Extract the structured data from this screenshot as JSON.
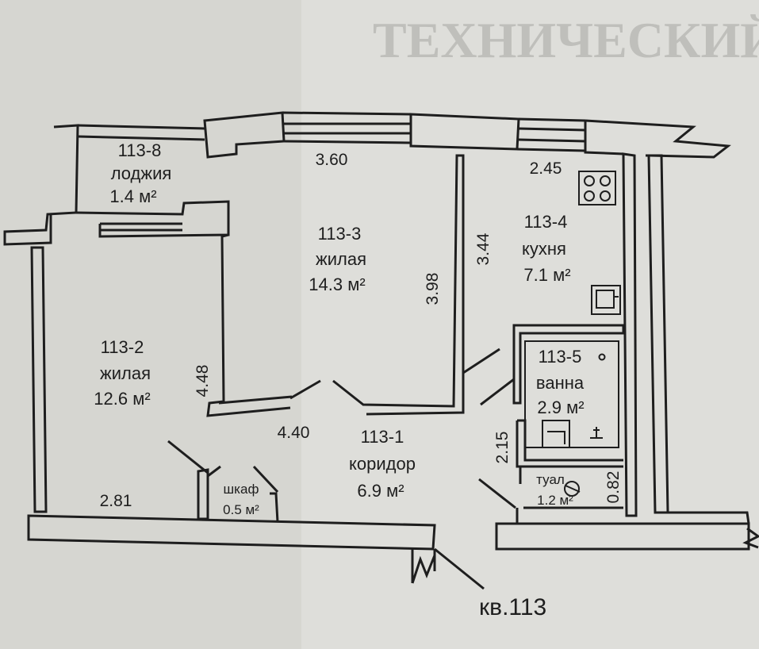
{
  "plan": {
    "apartment_label": "кв.113",
    "rooms": [
      {
        "id": "113-8",
        "name": "лоджия",
        "area": "1.4 м²"
      },
      {
        "id": "113-3",
        "name": "жилая",
        "area": "14.3 м²"
      },
      {
        "id": "113-4",
        "name": "кухня",
        "area": "7.1 м²"
      },
      {
        "id": "113-2",
        "name": "жилая",
        "area": "12.6 м²"
      },
      {
        "id": "113-5",
        "name": "ванна",
        "area": "2.9 м²"
      },
      {
        "id": "113-1",
        "name": "коридор",
        "area": "6.9 м²"
      },
      {
        "id": "шкаф",
        "area": "0.5 м²"
      },
      {
        "id": "туал",
        "area": "1.2 м²"
      }
    ],
    "dimensions": [
      "3.60",
      "2.45",
      "3.44",
      "3.98",
      "4.48",
      "4.40",
      "2.81",
      "2.15",
      "0.82"
    ],
    "ghost_text": "ТЕХНИЧЕСКИЙ"
  },
  "colors": {
    "paper": "#d9d9d4",
    "wall": "#1e1e1e",
    "wall_fill": "#e6e6e2"
  }
}
